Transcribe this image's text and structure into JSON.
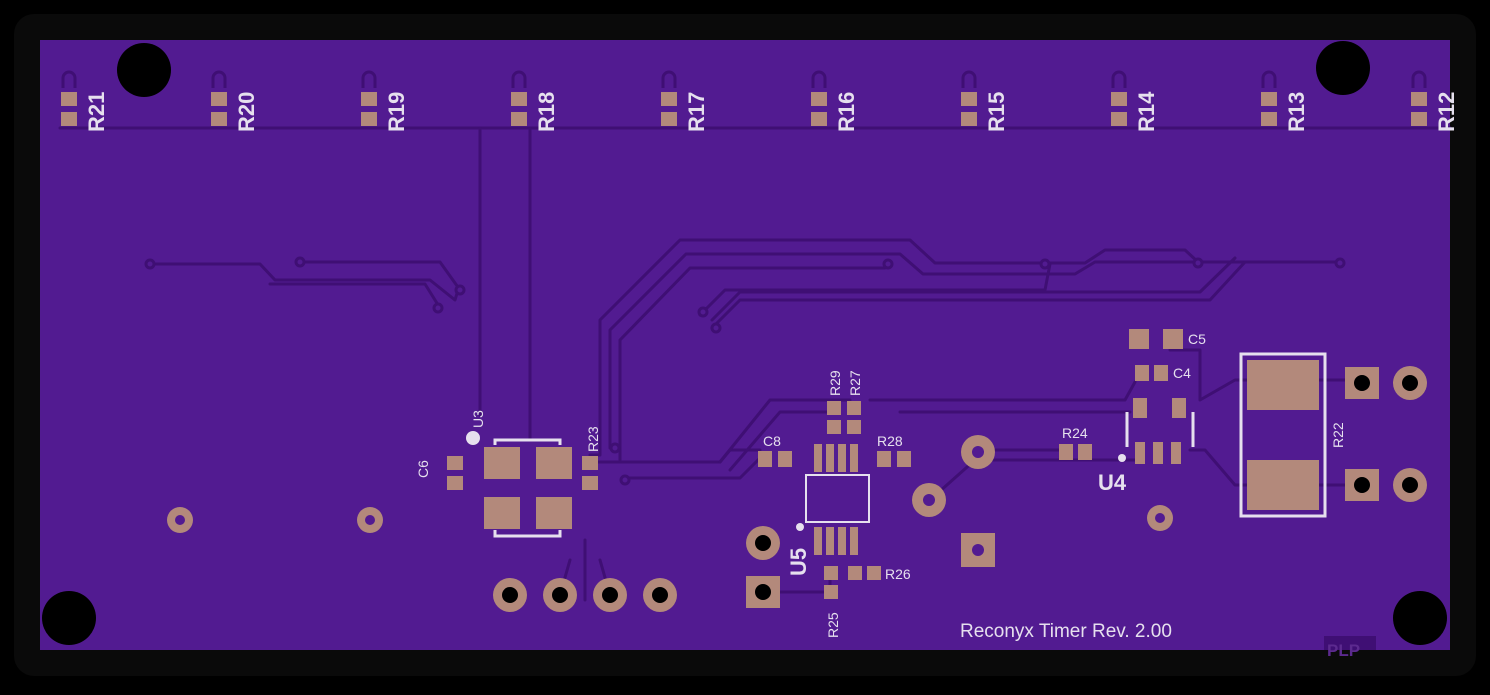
{
  "board": {
    "title": "Reconyx Timer Rev. 2.00",
    "fragment": "PLP"
  },
  "resistor_row": [
    "R21",
    "R20",
    "R19",
    "R18",
    "R17",
    "R16",
    "R15",
    "R14",
    "R13",
    "R12"
  ],
  "labels": {
    "U3": "U3",
    "C6": "C6",
    "R23": "R23",
    "C8": "C8",
    "R29": "R29",
    "R27": "R27",
    "R28": "R28",
    "U5": "U5",
    "R26": "R26",
    "R25": "R25",
    "R24": "R24",
    "C5": "C5",
    "C4": "C4",
    "U4": "U4",
    "R22": "R22"
  },
  "colors": {
    "background": "#000000",
    "board": "#521b91",
    "trace": "#3f0f74",
    "pad": "#b3897b",
    "silkscreen": "#e6e0ee",
    "hole": "#000000"
  }
}
